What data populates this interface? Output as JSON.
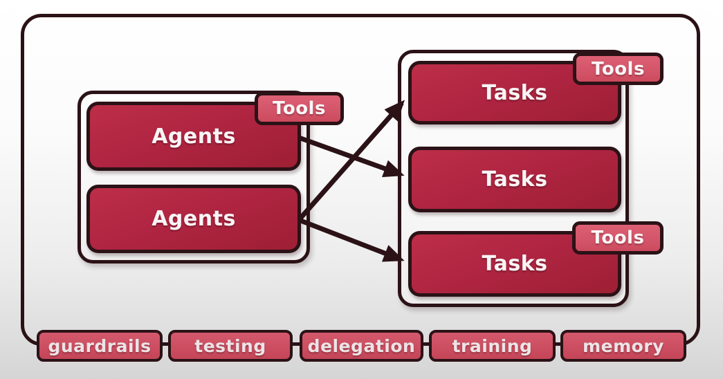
{
  "colors": {
    "node_red": "#b02542",
    "badge_red": "#d4556a",
    "footer_red": "#cc4e61",
    "border_dark": "#2b1216",
    "text_light": "#f9f4f6",
    "background_top": "#ffffff",
    "background_bottom": "#d5d5d5"
  },
  "agents_group": {
    "tools_label": "Tools",
    "boxes": [
      {
        "label": "Agents"
      },
      {
        "label": "Agents"
      }
    ]
  },
  "tasks_group": {
    "boxes": [
      {
        "label": "Tasks",
        "tools_label": "Tools"
      },
      {
        "label": "Tasks"
      },
      {
        "label": "Tasks",
        "tools_label": "Tools"
      }
    ]
  },
  "connections": [
    {
      "from": "agents-1",
      "to": "tasks-2"
    },
    {
      "from": "agents-2",
      "to": "tasks-1"
    },
    {
      "from": "agents-2",
      "to": "tasks-3"
    }
  ],
  "footer": {
    "badges": [
      "guardrails",
      "testing",
      "delegation",
      "training",
      "memory"
    ]
  }
}
